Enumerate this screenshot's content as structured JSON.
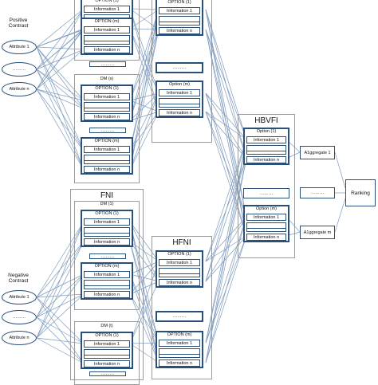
{
  "labels": {
    "positive": "Positive\nContrast",
    "negative": "Negative\nContrast",
    "attribute1": "Attribute 1",
    "attribute_dots": "………",
    "attribute_n": "Attribute n",
    "fni": "FNI",
    "hfni": "HFNI",
    "hbvfi": "HBVFI",
    "dm1": "DM (1)",
    "dms": "DM (s)",
    "dmt": "DM (t)",
    "option1": "OPTION (1)",
    "optionm": "OPTION (m)",
    "option1_alt": "Option (1)",
    "optionm_alt": "Option (m)",
    "info1": "Information 1",
    "infon": "Information n",
    "dots": "………",
    "aggregate1": "A1ggregate 1",
    "aggregatem": "A1ggregate  m",
    "ranking": "Ranking"
  }
}
